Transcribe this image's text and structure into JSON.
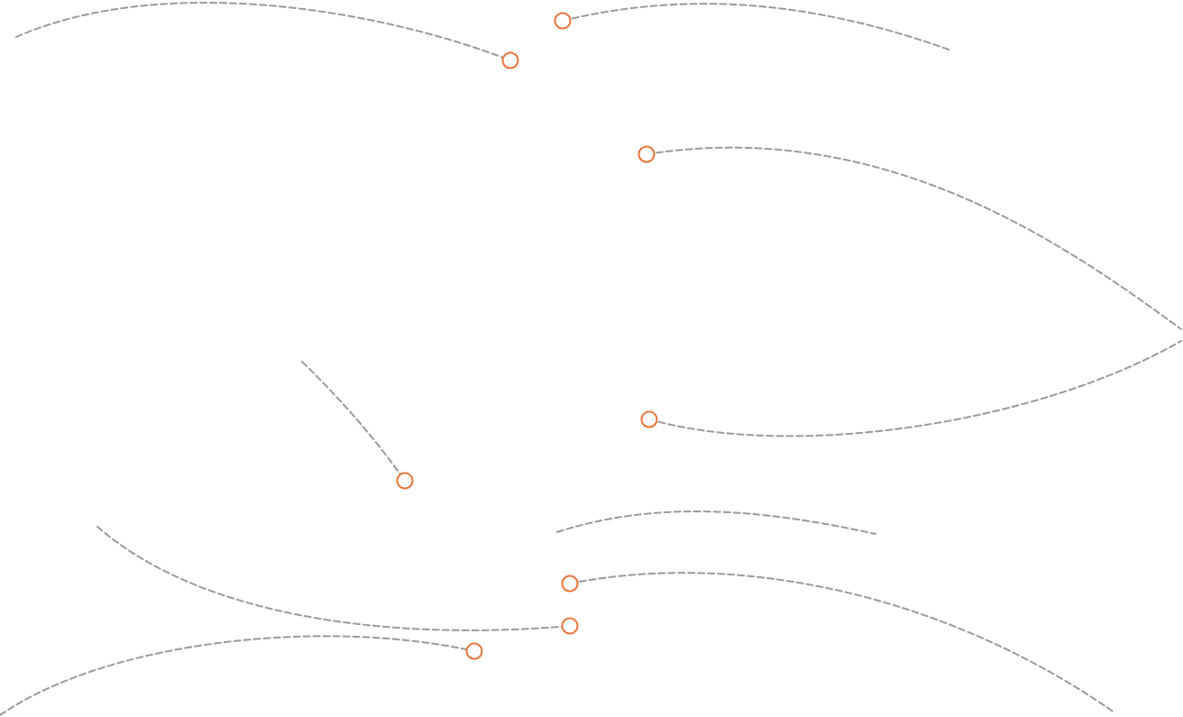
{
  "colors": {
    "background": "#ffffff",
    "edge": "#9a9a9a",
    "handle": "#e8743b"
  },
  "edges": [
    {
      "id": "edge-1",
      "has_handle": true
    },
    {
      "id": "edge-2",
      "has_handle": true
    },
    {
      "id": "edge-3",
      "has_handle": true
    },
    {
      "id": "edge-4",
      "has_handle": true
    },
    {
      "id": "edge-5",
      "has_handle": true
    },
    {
      "id": "edge-6",
      "has_handle": false
    },
    {
      "id": "edge-7",
      "has_handle": true
    },
    {
      "id": "edge-8",
      "has_handle": true
    },
    {
      "id": "edge-9",
      "has_handle": true
    }
  ]
}
